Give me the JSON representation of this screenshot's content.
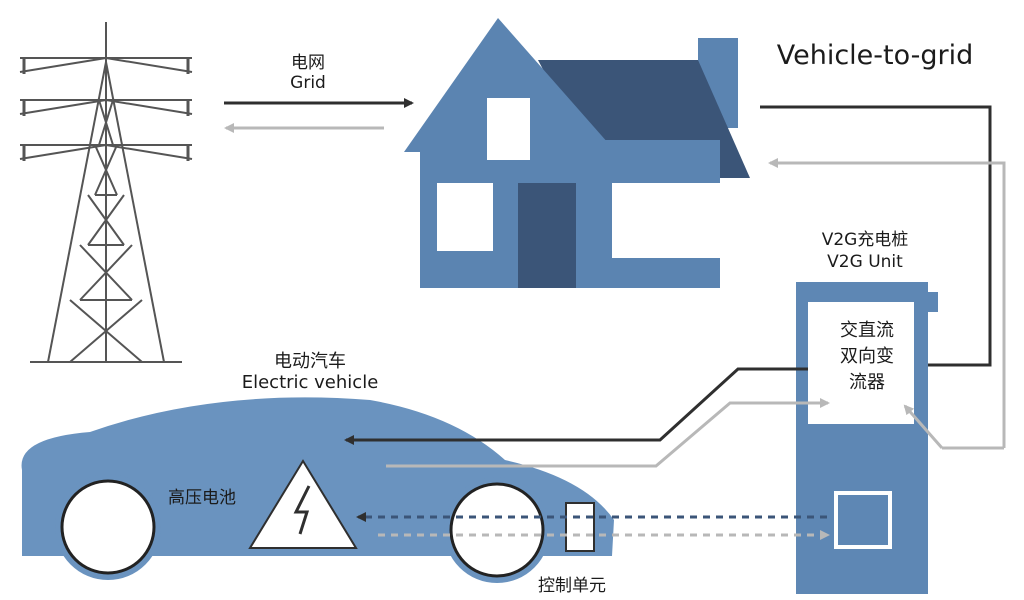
{
  "title": "Vehicle-to-grid",
  "grid": {
    "label_cn": "电网",
    "label_en": "Grid"
  },
  "v2g_unit": {
    "label_cn": "V2G充电桩",
    "label_en": "V2G Unit"
  },
  "converter": {
    "line1": "交直流",
    "line2": "双向变",
    "line3": "流器"
  },
  "vehicle": {
    "label_cn": "电动汽车",
    "label_en": "Electric vehicle"
  },
  "battery": {
    "label": "高压电池"
  },
  "control_unit": {
    "label": "控制单元"
  },
  "colors": {
    "house_blue": "#5b84b1",
    "roof_dark": "#3b5578",
    "unit_blue": "#5e87b4",
    "car_blue": "#6a93bf",
    "arrow_dark": "#2f2f2f",
    "arrow_light": "#b8b8b8",
    "tower_line": "#555555"
  }
}
